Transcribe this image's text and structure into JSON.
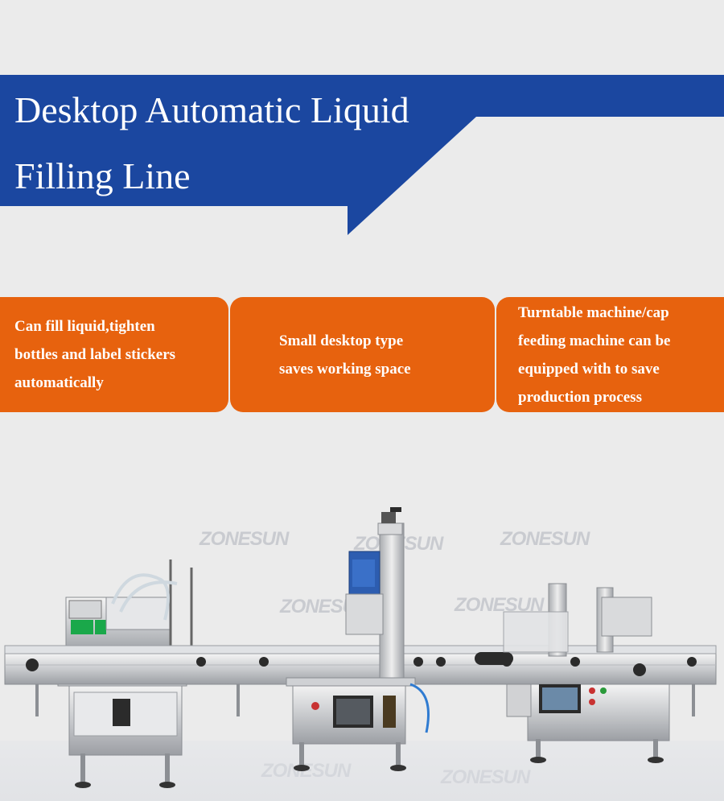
{
  "title": {
    "line1": "Desktop Automatic Liquid",
    "line2": "Filling Line"
  },
  "features": [
    {
      "text": "Can fill liquid,tighten\nbottles and label stickers\nautomatically"
    },
    {
      "text": "Small desktop type\nsaves working space"
    },
    {
      "text": "Turntable machine/cap\nfeeding machine can be\nequipped with to save\nproduction process"
    }
  ],
  "watermark": "ZONESUN",
  "colors": {
    "banner": "#1b47a0",
    "card": "#e7620e",
    "background": "#ebebeb"
  },
  "machine": {
    "name": "desktop-filling-capping-labeling-line",
    "control_panel": {
      "text": ""
    }
  }
}
